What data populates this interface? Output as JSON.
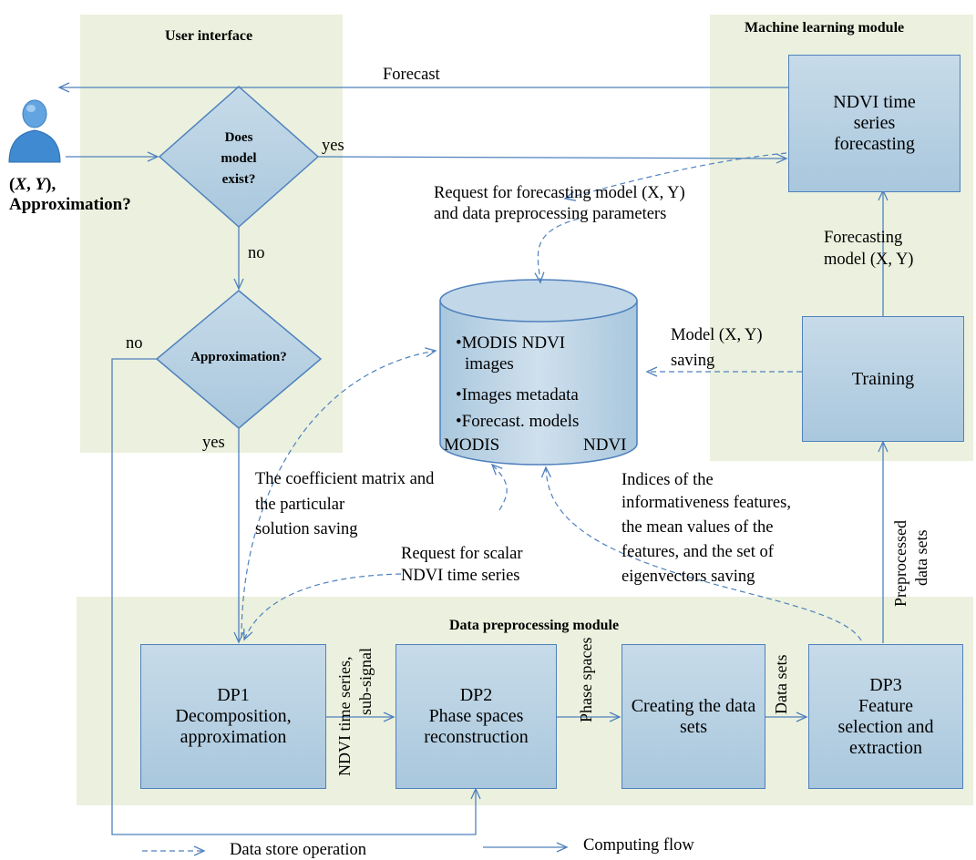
{
  "panels": {
    "user_interface": "User interface",
    "machine_learning": "Machine learning module",
    "data_preprocessing": "Data preprocessing module"
  },
  "user_input": {
    "line1_x": "X",
    "line1_sep": ", ",
    "line1_y": "Y",
    "line1_end": "),",
    "line1_start": "(",
    "line2": "Approximation?"
  },
  "decisions": {
    "model_exists": [
      "Does",
      "model",
      "exist?"
    ],
    "approximation": "Approximation?"
  },
  "edge_labels": {
    "forecast": "Forecast",
    "yes1": "yes",
    "no1": "no",
    "no2": "no",
    "yes2": "yes"
  },
  "boxes": {
    "ndvi_forecasting": [
      "NDVI time",
      "series",
      "forecasting"
    ],
    "training": "Training",
    "dp1": [
      "DP1",
      "Decomposition,",
      "approximation"
    ],
    "dp2": [
      "DP2",
      "Phase spaces",
      "reconstruction"
    ],
    "creating": [
      "Creating the data",
      "sets"
    ],
    "dp3": [
      "DP3",
      "Feature",
      "selection and",
      "extraction"
    ]
  },
  "database": {
    "items": [
      "MODIS NDVI",
      "images",
      "Images metadata",
      "Forecast. models"
    ],
    "bottom_left": "MODIS",
    "bottom_right": "NDVI",
    "bullet": "•"
  },
  "annotations": {
    "request_model": [
      "Request for forecasting model (X, Y)",
      "and data preprocessing parameters"
    ],
    "forecasting_model": [
      "Forecasting",
      "model (X, Y)"
    ],
    "model_saving": [
      "Model (X, Y)",
      "saving"
    ],
    "coefficient": [
      "The coefficient matrix and",
      "the particular",
      "solution saving"
    ],
    "request_scalar": [
      "Request for scalar",
      "NDVI time series"
    ],
    "indices": [
      "Indices of the",
      "informativeness features,",
      "the mean values of the",
      "features, and the set of",
      "eigenvectors saving"
    ],
    "preprocessed": [
      "Preprocessed",
      "data sets"
    ],
    "ndvi_subsignal": [
      "NDVI time series,",
      "sub-signal"
    ],
    "phase_spaces": "Phase spaces",
    "data_sets": "Data sets"
  },
  "legend": {
    "dashed": "Data store operation",
    "solid": "Computing flow"
  },
  "colors": {
    "panel": "#ebf1de",
    "box_fill": "#b4cfe3",
    "box_border": "#4f81bd",
    "arrow": "#4f81bd"
  }
}
